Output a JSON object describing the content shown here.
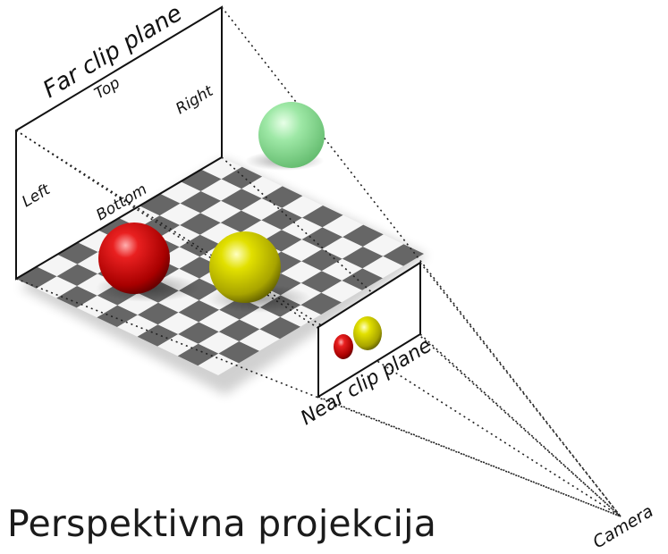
{
  "labels": {
    "far_clip_plane": "Far clip plane",
    "top": "Top",
    "right": "Right",
    "left": "Left",
    "bottom": "Bottom",
    "near_clip_plane": "Near clip plane",
    "camera": "Camera"
  },
  "caption": "Perspektivna projekcija",
  "colors": {
    "red_sphere": "#d81010",
    "yellow_sphere": "#d6d400",
    "green_sphere": "#8fe69a",
    "checker_dark": "#666666",
    "checker_light": "#f5f5f5"
  }
}
